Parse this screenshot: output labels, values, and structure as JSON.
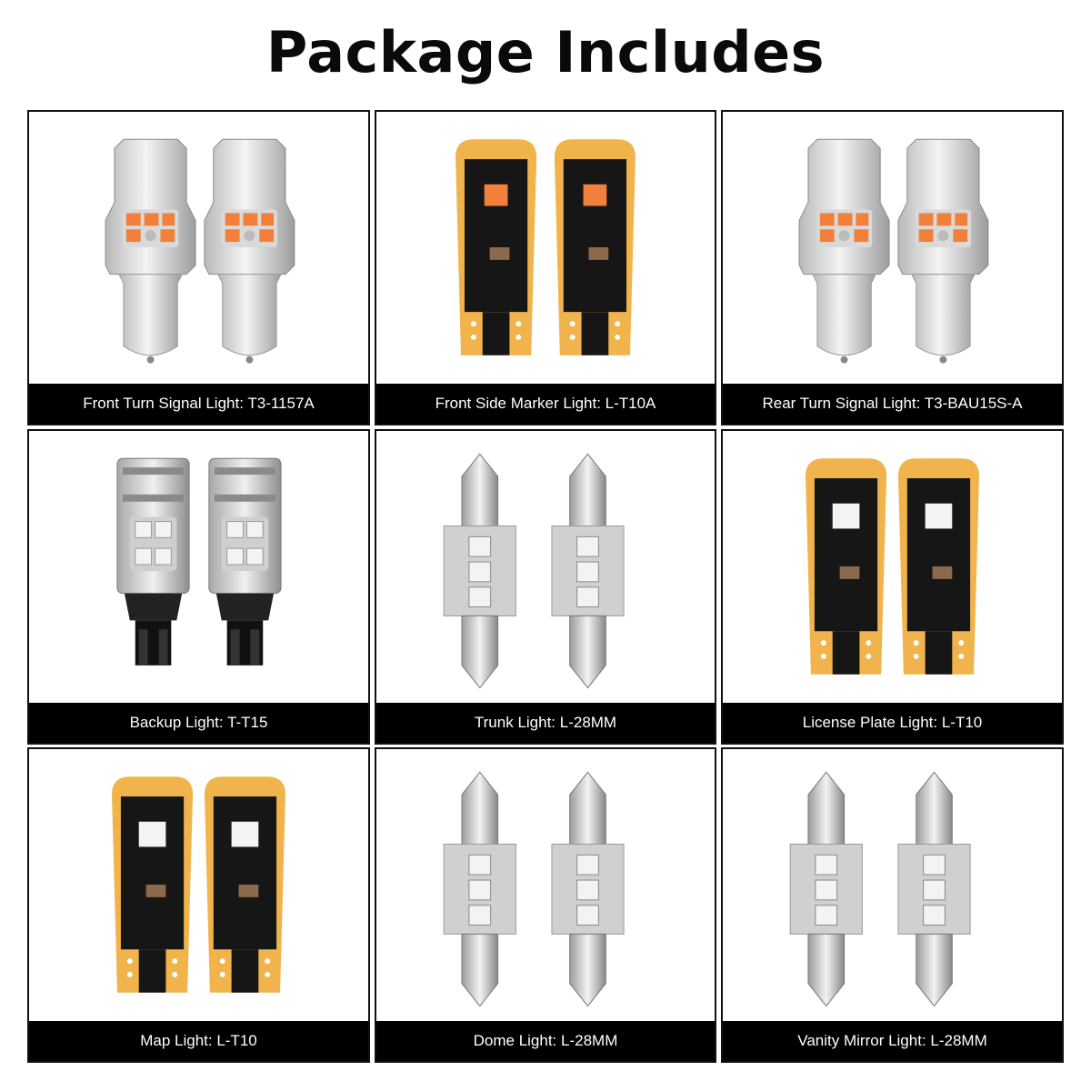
{
  "title": "Package Includes",
  "colors": {
    "amber_led": "#f2803a",
    "white_led": "#f3f3f3",
    "pcb_gold": "#f1b44c",
    "pcb_black": "#161616",
    "caption_bg": "#000000",
    "border": "#111111"
  },
  "items": [
    {
      "caption": "Front Turn Signal Light: T3-1157A",
      "icon": "bay15d-amber-bulb-pair"
    },
    {
      "caption": "Front Side Marker Light: L-T10A",
      "icon": "t10-amber-pcb-bulb-pair"
    },
    {
      "caption": "Rear Turn Signal Light: T3-BAU15S-A",
      "icon": "bau15s-amber-bulb-pair"
    },
    {
      "caption": "Backup Light: T-T15",
      "icon": "t15-white-bulb-pair"
    },
    {
      "caption": "Trunk Light: L-28MM",
      "icon": "festoon-28mm-bulb-pair"
    },
    {
      "caption": "License Plate Light: L-T10",
      "icon": "t10-white-pcb-bulb-pair"
    },
    {
      "caption": "Map Light: L-T10",
      "icon": "t10-white-pcb-bulb-pair"
    },
    {
      "caption": "Dome Light: L-28MM",
      "icon": "festoon-28mm-bulb-pair"
    },
    {
      "caption": "Vanity Mirror Light: L-28MM",
      "icon": "festoon-28mm-bulb-pair"
    }
  ]
}
